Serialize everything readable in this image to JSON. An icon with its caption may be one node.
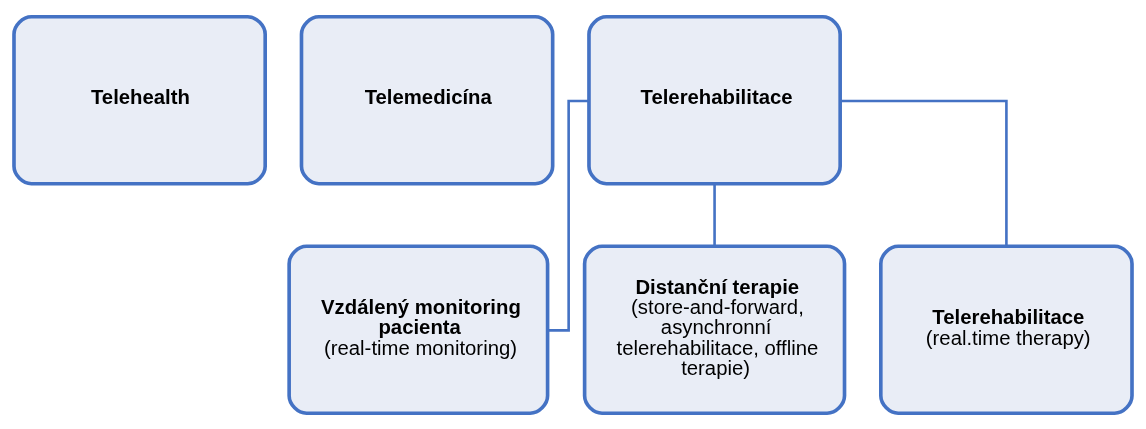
{
  "diagram": {
    "nodes": [
      {
        "text": [
          "Telehealth"
        ]
      },
      {
        "text": [
          "Telemedicína"
        ]
      },
      {
        "text": [
          "Telerehabilitace"
        ]
      },
      {
        "text": [
          "Vzdálený monitoring pacienta",
          "(real-time monitoring)"
        ]
      },
      {
        "text": [
          "Distanční terapie",
          "(store-and-forward, asynchronní telerehabilitace, offline terapie)"
        ]
      },
      {
        "text": [
          "Telerehabilitace",
          "(real.time therapy)"
        ]
      }
    ],
    "edges": [
      {
        "from": 2,
        "to": 3,
        "arrow": "none"
      },
      {
        "from": 2,
        "to": 4,
        "arrow": "none"
      },
      {
        "from": 2,
        "to": 5,
        "arrow": "none"
      }
    ]
  }
}
